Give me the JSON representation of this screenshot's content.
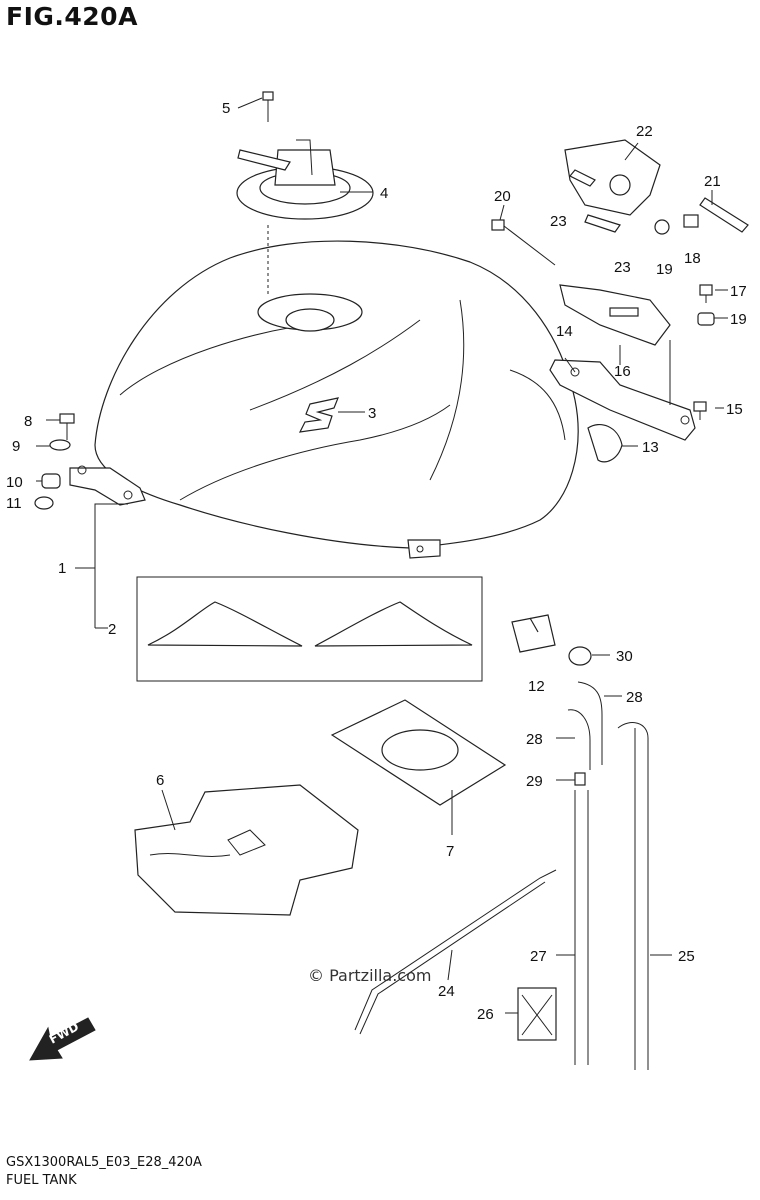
{
  "figure": {
    "title": "FIG.420A",
    "model_code": "GSX1300RAL5_E03_E28_420A",
    "section_name": "FUEL TANK",
    "watermark": "© Partzilla.com",
    "fwd_label": "FWD"
  },
  "callouts": [
    {
      "id": "c1",
      "text": "1"
    },
    {
      "id": "c2",
      "text": "2"
    },
    {
      "id": "c3",
      "text": "3"
    },
    {
      "id": "c4",
      "text": "4"
    },
    {
      "id": "c5",
      "text": "5"
    },
    {
      "id": "c6",
      "text": "6"
    },
    {
      "id": "c7",
      "text": "7"
    },
    {
      "id": "c8",
      "text": "8"
    },
    {
      "id": "c9",
      "text": "9"
    },
    {
      "id": "c10",
      "text": "10"
    },
    {
      "id": "c11",
      "text": "11"
    },
    {
      "id": "c12",
      "text": "12"
    },
    {
      "id": "c13",
      "text": "13"
    },
    {
      "id": "c14",
      "text": "14"
    },
    {
      "id": "c15",
      "text": "15"
    },
    {
      "id": "c16",
      "text": "16"
    },
    {
      "id": "c17",
      "text": "17"
    },
    {
      "id": "c18",
      "text": "18"
    },
    {
      "id": "c19a",
      "text": "19"
    },
    {
      "id": "c19b",
      "text": "19"
    },
    {
      "id": "c20",
      "text": "20"
    },
    {
      "id": "c21",
      "text": "21"
    },
    {
      "id": "c22",
      "text": "22"
    },
    {
      "id": "c23a",
      "text": "23"
    },
    {
      "id": "c23b",
      "text": "23"
    },
    {
      "id": "c24",
      "text": "24"
    },
    {
      "id": "c25",
      "text": "25"
    },
    {
      "id": "c26",
      "text": "26"
    },
    {
      "id": "c27",
      "text": "27"
    },
    {
      "id": "c28a",
      "text": "28"
    },
    {
      "id": "c28b",
      "text": "28"
    },
    {
      "id": "c29",
      "text": "29"
    },
    {
      "id": "c30",
      "text": "30"
    }
  ]
}
